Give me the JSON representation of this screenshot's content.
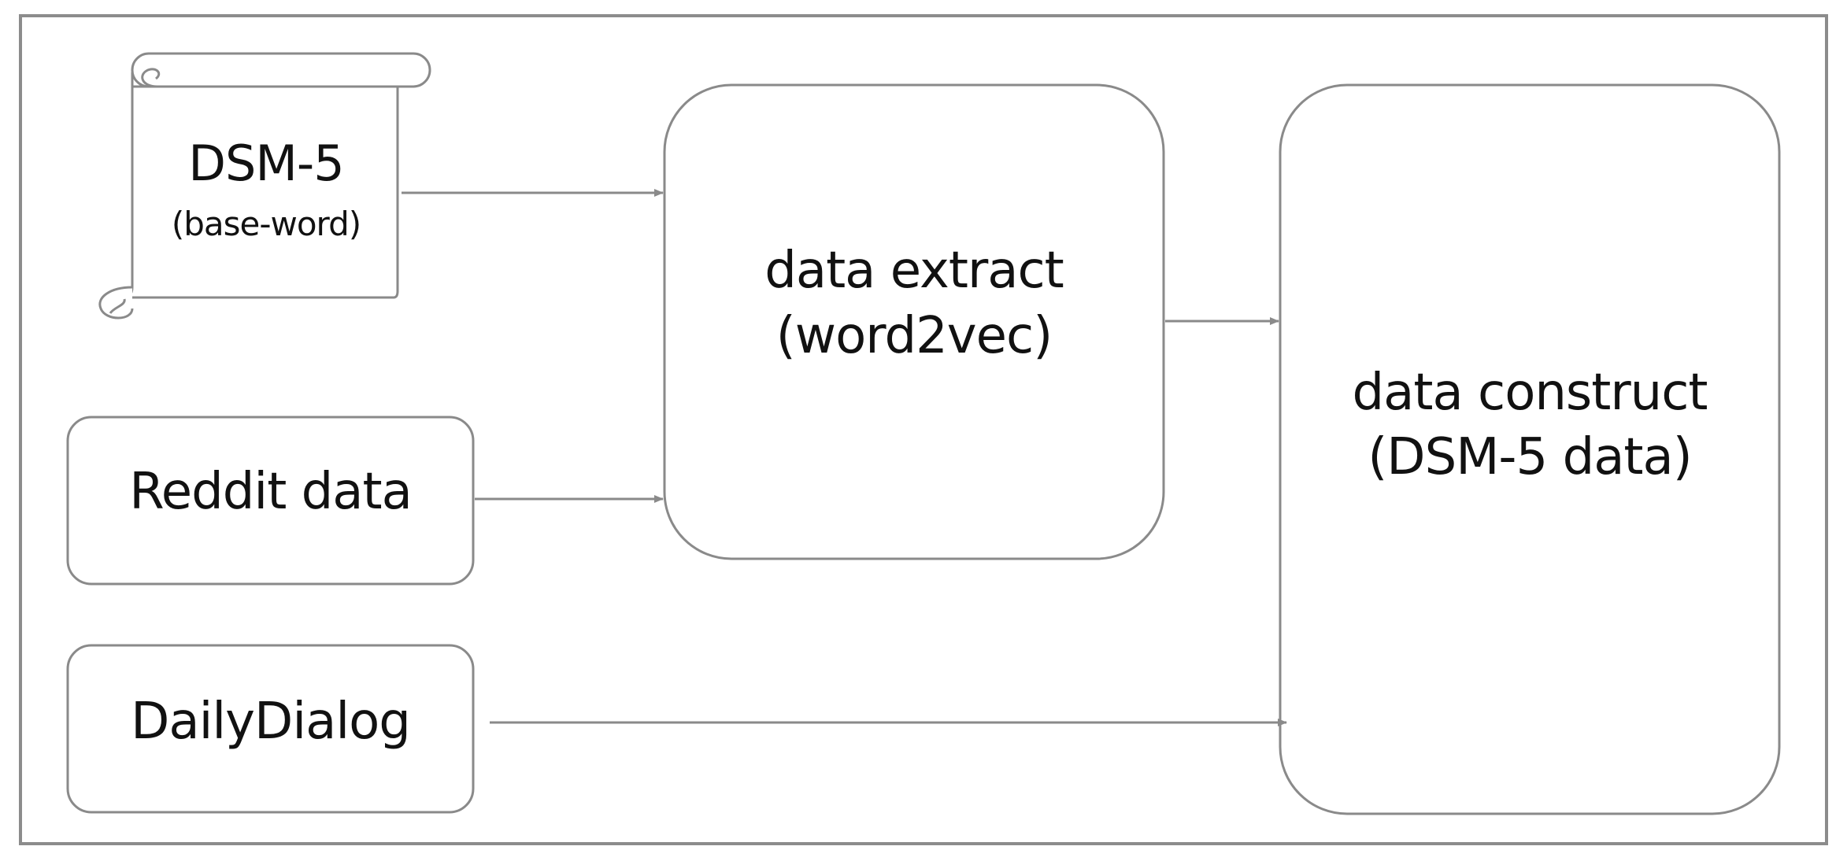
{
  "nodes": {
    "dsm5": {
      "title": "DSM-5",
      "subtitle": "(base-word)"
    },
    "reddit": {
      "label": "Reddit data"
    },
    "dailydialog": {
      "label": "DailyDialog"
    },
    "extract": {
      "line1": "data extract",
      "line2": "(word2vec)"
    },
    "construct": {
      "line1": "data construct",
      "line2": "(DSM-5 data)"
    }
  },
  "edges": [
    {
      "from": "DSM-5",
      "to": "data extract"
    },
    {
      "from": "Reddit data",
      "to": "data extract"
    },
    {
      "from": "data extract",
      "to": "data construct"
    },
    {
      "from": "DailyDialog",
      "to": "data construct"
    }
  ],
  "colors": {
    "stroke": "#8a8a8a",
    "frame": "#8c8c8c",
    "text": "#111111"
  }
}
